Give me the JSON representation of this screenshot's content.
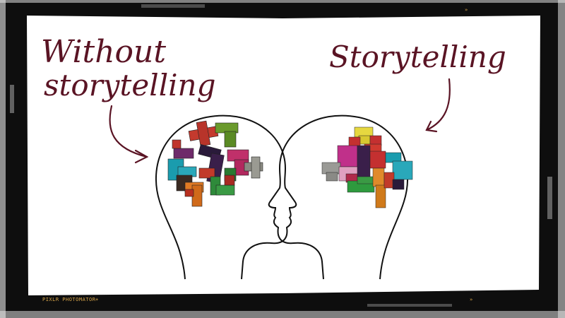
{
  "labels": {
    "left_line1": "Without",
    "left_line2": "storytelling",
    "right": "Storytelling"
  },
  "film": {
    "brand": "PIXLR PHOTOMATOR",
    "arrows_top": "»",
    "arrows_bottom": "»"
  },
  "colors": {
    "ink": "#5a1424",
    "frame": "#0e0e0e",
    "film_text": "#d9a64a"
  }
}
